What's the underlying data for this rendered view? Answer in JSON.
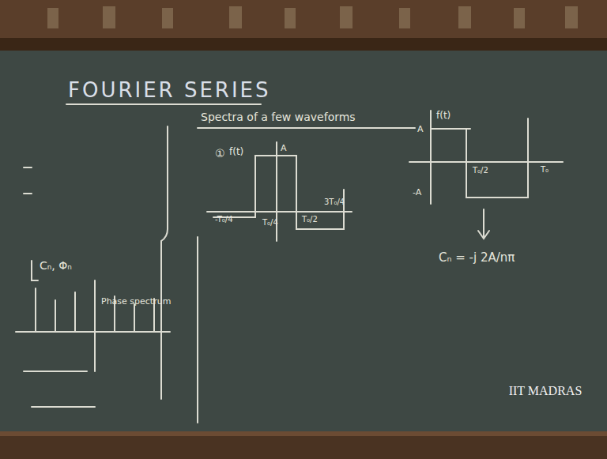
{
  "diagram": {
    "title": "FOURIER SERIES",
    "labels": [
      "Spectra of a few waveforms",
      "①",
      "f(t)",
      "A",
      "-T₀/4",
      "T₀/4",
      "T₀/2",
      "3T₀/4",
      "f(t)",
      "A",
      "-A",
      "T₀/2",
      "T₀",
      "Cₙ = -j 2A/nπ",
      "Cₙ, Φₙ",
      "Phase spectrum",
      "IIT MADRAS"
    ]
  }
}
